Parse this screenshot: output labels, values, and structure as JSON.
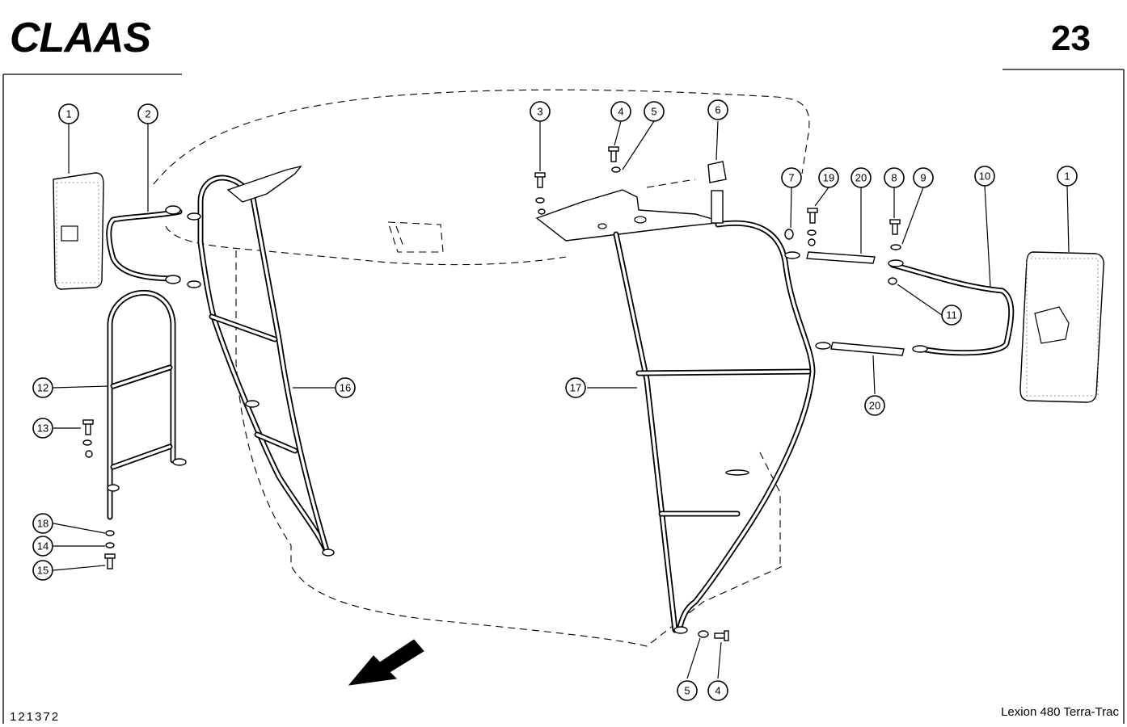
{
  "header": {
    "brand": "CLAAS",
    "page_number": "23"
  },
  "footer": {
    "drawing_number": "121372",
    "model": "Lexion 480 Terra-Trac"
  },
  "callouts": [
    {
      "id": "c1a",
      "label": "1"
    },
    {
      "id": "c2",
      "label": "2"
    },
    {
      "id": "c3",
      "label": "3"
    },
    {
      "id": "c4a",
      "label": "4"
    },
    {
      "id": "c5a",
      "label": "5"
    },
    {
      "id": "c6",
      "label": "6"
    },
    {
      "id": "c7",
      "label": "7"
    },
    {
      "id": "c19",
      "label": "19"
    },
    {
      "id": "c20a",
      "label": "20"
    },
    {
      "id": "c8",
      "label": "8"
    },
    {
      "id": "c9",
      "label": "9"
    },
    {
      "id": "c10",
      "label": "10"
    },
    {
      "id": "c1b",
      "label": "1"
    },
    {
      "id": "c11",
      "label": "11"
    },
    {
      "id": "c12",
      "label": "12"
    },
    {
      "id": "c13",
      "label": "13"
    },
    {
      "id": "c16",
      "label": "16"
    },
    {
      "id": "c17",
      "label": "17"
    },
    {
      "id": "c20b",
      "label": "20"
    },
    {
      "id": "c18",
      "label": "18"
    },
    {
      "id": "c14",
      "label": "14"
    },
    {
      "id": "c15",
      "label": "15"
    },
    {
      "id": "c5b",
      "label": "5"
    },
    {
      "id": "c4b",
      "label": "4"
    }
  ],
  "colors": {
    "ink": "#000000",
    "paper": "#ffffff"
  }
}
